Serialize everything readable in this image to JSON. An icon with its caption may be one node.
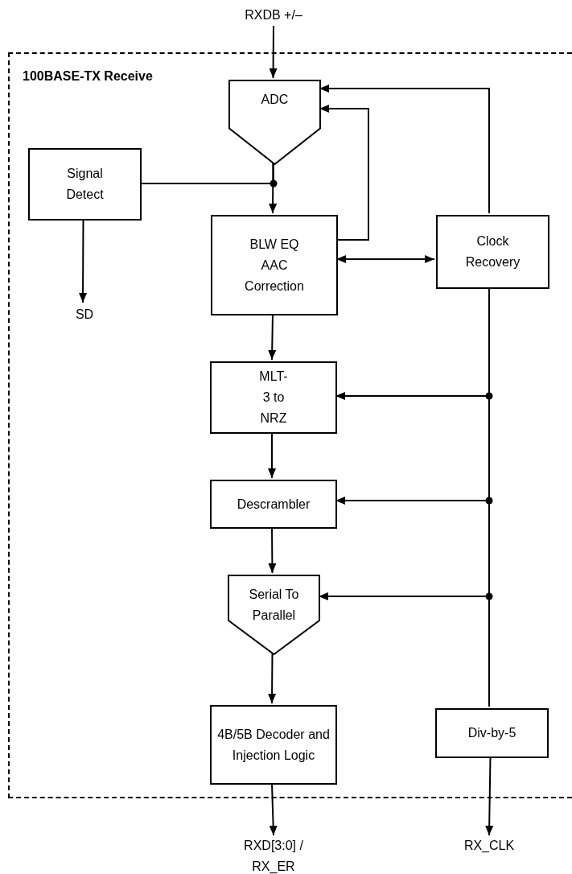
{
  "diagram": {
    "nodes": [
      {
        "text": [
          "100BASE-TX Receive"
        ]
      },
      {
        "text": [
          "RXDB +/–"
        ]
      },
      {
        "text": [
          "ADC"
        ],
        "in": 0
      },
      {
        "text": [
          "Signal Detect"
        ],
        "in": 0
      },
      {
        "text": [
          "BLW EQ AAC Correction"
        ],
        "in": 0
      },
      {
        "text": [
          "Clock Recovery"
        ],
        "in": 0
      },
      {
        "text": [
          "MLT-3 to NRZ"
        ],
        "in": 0
      },
      {
        "text": [
          "Descrambler"
        ],
        "in": 0
      },
      {
        "text": [
          "Serial To Parallel"
        ],
        "in": 0
      },
      {
        "text": [
          "4B/5B Decoder and Injection Logic"
        ],
        "in": 0
      },
      {
        "text": [
          "Div-by-5"
        ],
        "in": 0
      },
      {
        "text": [
          "SD"
        ],
        "in": 0
      },
      {
        "text": [
          "RXD[3:0] / RX_ER"
        ]
      },
      {
        "text": [
          "RX_CLK"
        ]
      }
    ],
    "edges": [
      {
        "from": 1,
        "to": 2,
        "arrow": "to"
      },
      {
        "from": 2,
        "to": 4,
        "arrow": "to"
      },
      {
        "from": 2,
        "to": 3,
        "arrow": "none"
      },
      {
        "from": 3,
        "to": 11,
        "arrow": "to"
      },
      {
        "from": 5,
        "to": 2,
        "arrow": "to"
      },
      {
        "from": 4,
        "to": 2,
        "arrow": "to"
      },
      {
        "from": 4,
        "to": 5,
        "arrow": "both"
      },
      {
        "from": 4,
        "to": 6,
        "arrow": "to"
      },
      {
        "from": 6,
        "to": 7,
        "arrow": "to"
      },
      {
        "from": 7,
        "to": 8,
        "arrow": "to"
      },
      {
        "from": 8,
        "to": 9,
        "arrow": "to"
      },
      {
        "from": 5,
        "to": 6,
        "arrow": "to"
      },
      {
        "from": 5,
        "to": 7,
        "arrow": "to"
      },
      {
        "from": 5,
        "to": 8,
        "arrow": "to"
      },
      {
        "from": 5,
        "to": 10,
        "arrow": "none"
      },
      {
        "from": 9,
        "to": 12,
        "arrow": "to"
      },
      {
        "from": 10,
        "to": 13,
        "arrow": "to"
      }
    ]
  }
}
